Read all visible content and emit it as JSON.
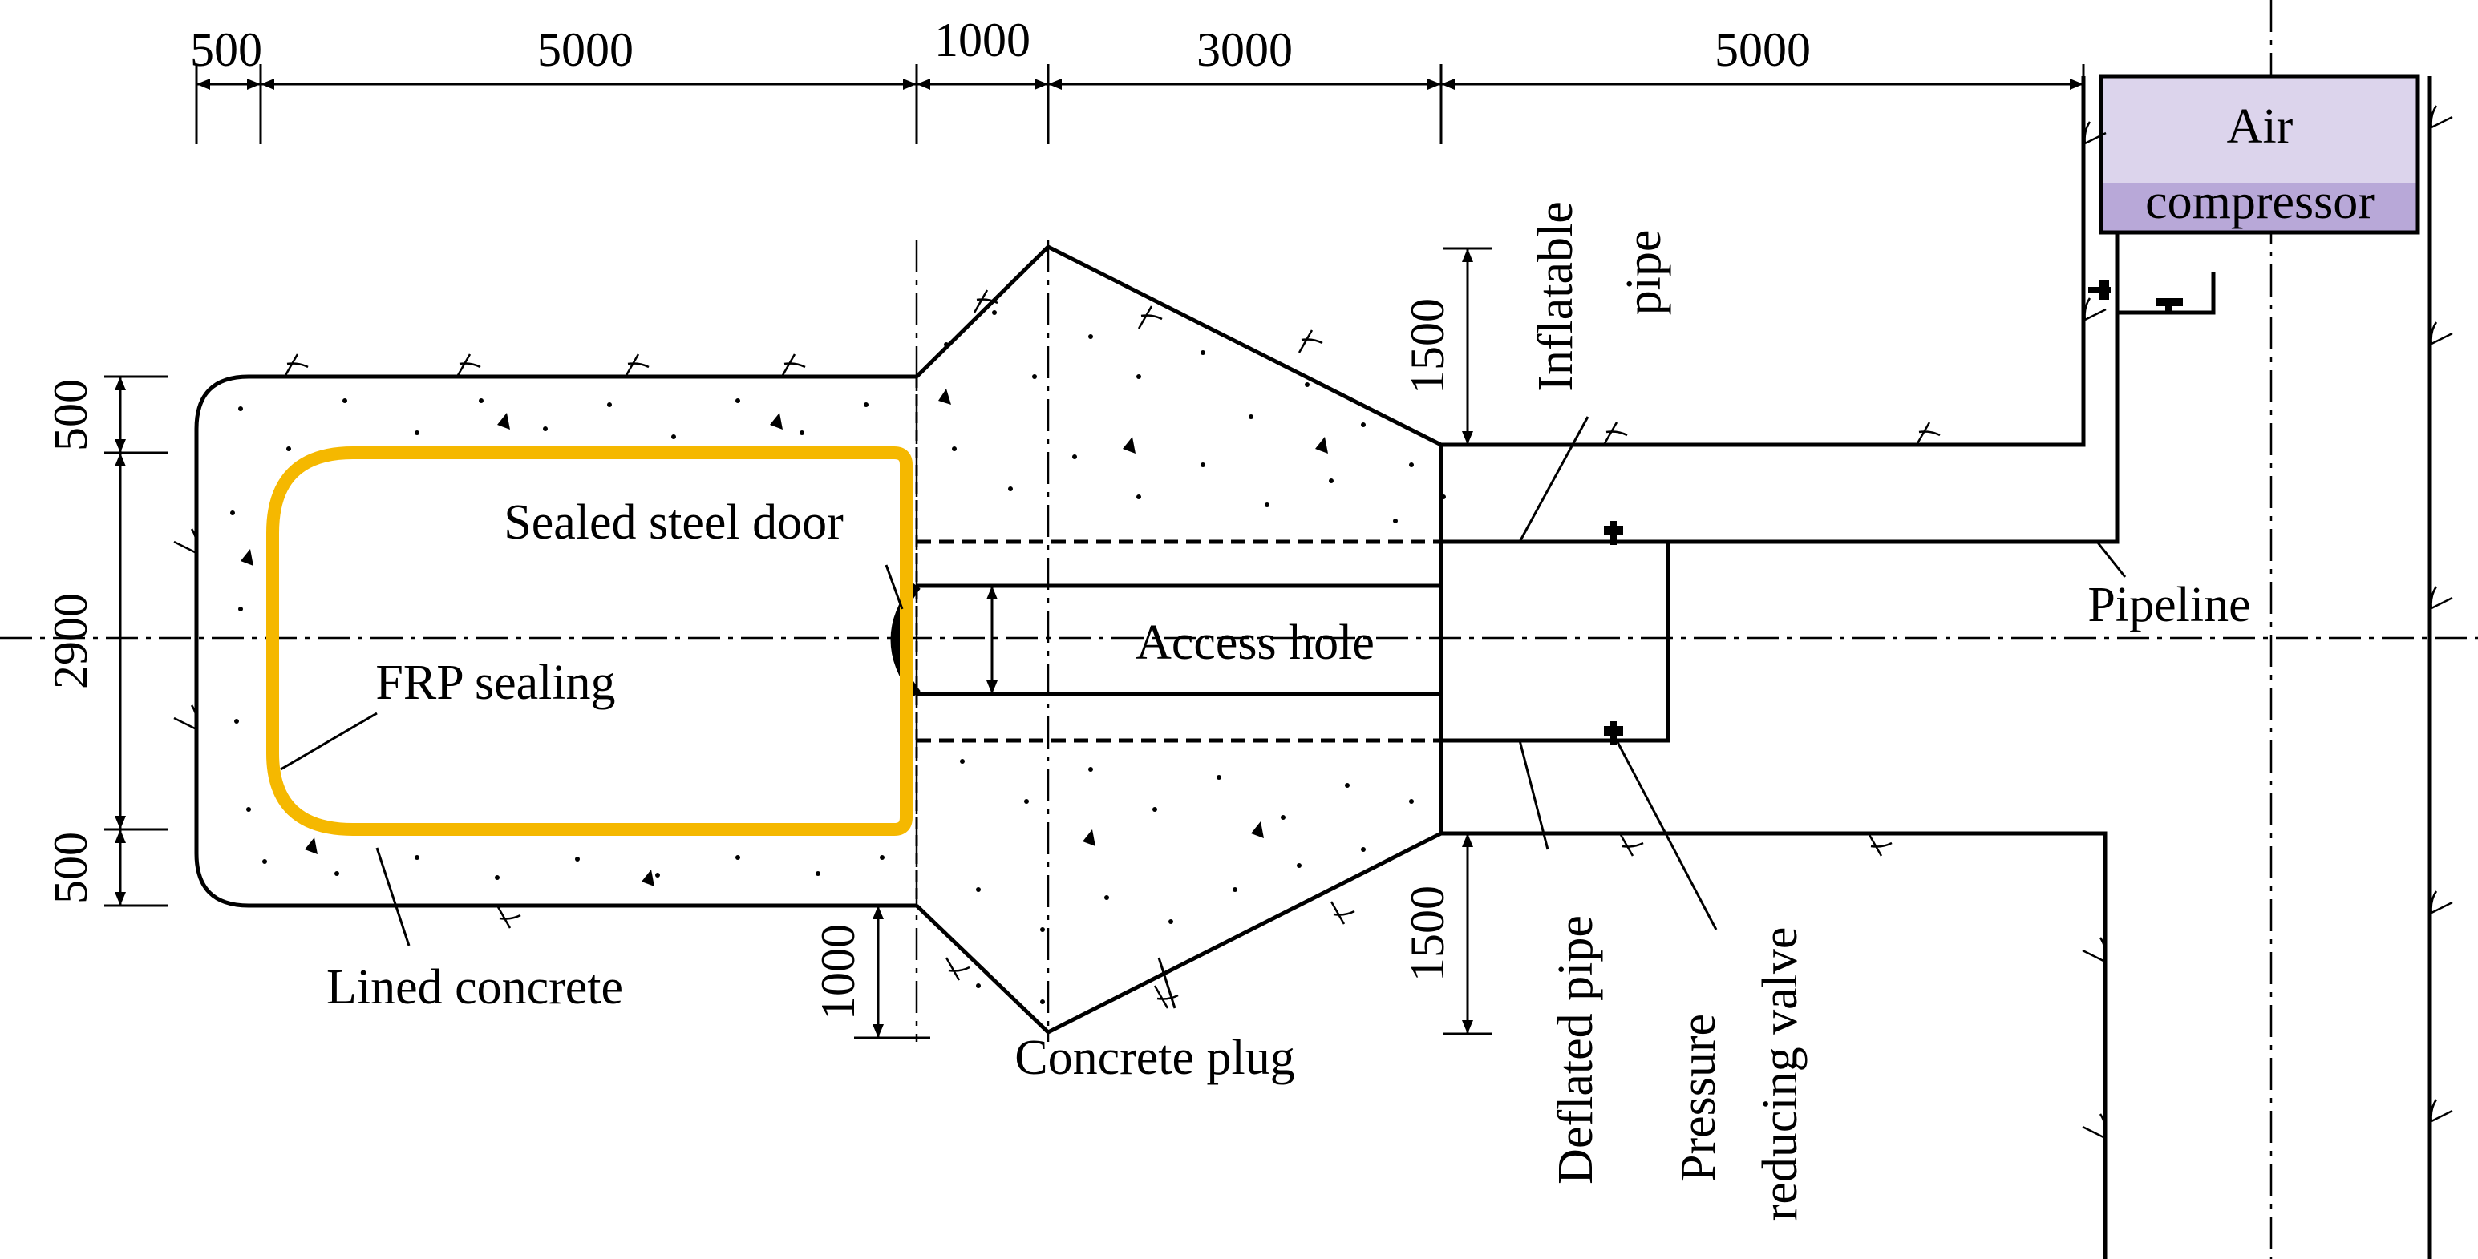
{
  "dimensions": {
    "top": [
      "500",
      "5000",
      "1000",
      "3000",
      "5000"
    ],
    "left": [
      "500",
      "2900",
      "500"
    ],
    "plug_top": "1500",
    "plug_bottom": "1500",
    "bottom_left": "1000"
  },
  "labels": {
    "air_compressor_line1": "Air",
    "air_compressor_line2": "compressor",
    "inflatable_pipe_line1": "Inflatable",
    "inflatable_pipe_line2": "pipe",
    "sealed_steel_door": "Sealed steel door",
    "access_hole": "Access hole",
    "frp_sealing": "FRP sealing",
    "pipeline": "Pipeline",
    "lined_concrete": "Lined concrete",
    "concrete_plug": "Concrete plug",
    "deflated_pipe": "Deflated pipe",
    "pressure_line1": "Pressure",
    "pressure_line2": "reducing valve"
  },
  "colors": {
    "frp_sealing": "#f5b800",
    "compressor_fill": "#dcd4ec",
    "compressor_band": "#b8a8d8",
    "line": "#000000"
  }
}
